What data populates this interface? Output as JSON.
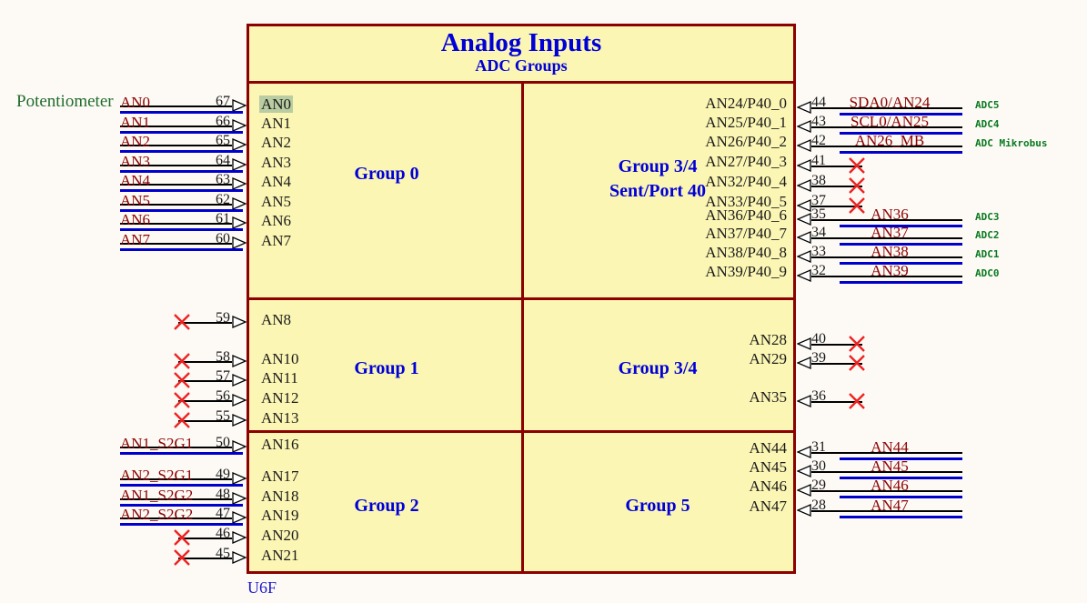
{
  "title": {
    "main": "Analog Inputs",
    "sub": "ADC Groups"
  },
  "refdes": "U6F",
  "colors": {
    "chip_fill": "#fcf6b4",
    "chip_border": "#8b0000",
    "title_blue": "#0000d8",
    "net_red": "#8b0000",
    "wire_blue": "#0000cd",
    "adc_green": "#0a7a21",
    "highlight_green": "#b9cca2",
    "page_bg": "#fdfaf5",
    "x_red": "#ee2222"
  },
  "groups": [
    {
      "caption": "Group 0"
    },
    {
      "caption": "Group 3/4\nSent/Port 40",
      "line1": "Group 3/4",
      "line2": "Sent/Port 40"
    },
    {
      "caption": "Group 1"
    },
    {
      "caption": "Group 3/4"
    },
    {
      "caption": "Group 2"
    },
    {
      "caption": "Group 5"
    }
  ],
  "left_section_label": "Potentiometer",
  "left_pins": [
    {
      "pin": "AN0",
      "num": "67",
      "net": "AN0",
      "connected": true,
      "highlight": true
    },
    {
      "pin": "AN1",
      "num": "66",
      "net": "AN1",
      "connected": true,
      "highlight": false
    },
    {
      "pin": "AN2",
      "num": "65",
      "net": "AN2",
      "connected": true,
      "highlight": false
    },
    {
      "pin": "AN3",
      "num": "64",
      "net": "AN3",
      "connected": true,
      "highlight": false
    },
    {
      "pin": "AN4",
      "num": "63",
      "net": "AN4",
      "connected": true,
      "highlight": false
    },
    {
      "pin": "AN5",
      "num": "62",
      "net": "AN5",
      "connected": true,
      "highlight": false
    },
    {
      "pin": "AN6",
      "num": "61",
      "net": "AN6",
      "connected": true,
      "highlight": false
    },
    {
      "pin": "AN7",
      "num": "60",
      "net": "AN7",
      "connected": true,
      "highlight": false
    },
    {
      "pin": "AN8",
      "num": "59",
      "net": "",
      "connected": false,
      "highlight": false
    },
    {
      "pin": "AN10",
      "num": "58",
      "net": "",
      "connected": false,
      "highlight": false
    },
    {
      "pin": "AN11",
      "num": "57",
      "net": "",
      "connected": false,
      "highlight": false
    },
    {
      "pin": "AN12",
      "num": "56",
      "net": "",
      "connected": false,
      "highlight": false
    },
    {
      "pin": "AN13",
      "num": "55",
      "net": "",
      "connected": false,
      "highlight": false
    },
    {
      "pin": "AN16",
      "num": "50",
      "net": "AN1_S2G1",
      "connected": true,
      "highlight": false
    },
    {
      "pin": "AN17",
      "num": "49",
      "net": "AN2_S2G1",
      "connected": true,
      "highlight": false
    },
    {
      "pin": "AN18",
      "num": "48",
      "net": "AN1_S2G2",
      "connected": true,
      "highlight": false
    },
    {
      "pin": "AN19",
      "num": "47",
      "net": "AN2_S2G2",
      "connected": true,
      "highlight": false
    },
    {
      "pin": "AN20",
      "num": "46",
      "net": "",
      "connected": false,
      "highlight": false
    },
    {
      "pin": "AN21",
      "num": "45",
      "net": "",
      "connected": false,
      "highlight": false
    }
  ],
  "right_pins": [
    {
      "pin": "AN24/P40_0",
      "num": "44",
      "net": "SDA0/AN24",
      "adc": "ADC5",
      "connected": true
    },
    {
      "pin": "AN25/P40_1",
      "num": "43",
      "net": "SCL0/AN25",
      "adc": "ADC4",
      "connected": true
    },
    {
      "pin": "AN26/P40_2",
      "num": "42",
      "net": "AN26_MB",
      "adc": "ADC Mikrobus",
      "connected": true
    },
    {
      "pin": "AN27/P40_3",
      "num": "41",
      "net": "",
      "adc": "",
      "connected": false
    },
    {
      "pin": "AN32/P40_4",
      "num": "38",
      "net": "",
      "adc": "",
      "connected": false
    },
    {
      "pin": "AN33/P40_5",
      "num": "37",
      "net": "",
      "adc": "",
      "connected": false
    },
    {
      "pin": "AN36/P40_6",
      "num": "35",
      "net": "AN36",
      "adc": "ADC3",
      "connected": true
    },
    {
      "pin": "AN37/P40_7",
      "num": "34",
      "net": "AN37",
      "adc": "ADC2",
      "connected": true
    },
    {
      "pin": "AN38/P40_8",
      "num": "33",
      "net": "AN38",
      "adc": "ADC1",
      "connected": true
    },
    {
      "pin": "AN39/P40_9",
      "num": "32",
      "net": "AN39",
      "adc": "ADC0",
      "connected": true
    },
    {
      "pin": "AN28",
      "num": "40",
      "net": "",
      "adc": "",
      "connected": false
    },
    {
      "pin": "AN29",
      "num": "39",
      "net": "",
      "adc": "",
      "connected": false
    },
    {
      "pin": "AN35",
      "num": "36",
      "net": "",
      "adc": "",
      "connected": false
    },
    {
      "pin": "AN44",
      "num": "31",
      "net": "AN44",
      "adc": "",
      "connected": true
    },
    {
      "pin": "AN45",
      "num": "30",
      "net": "AN45",
      "adc": "",
      "connected": true
    },
    {
      "pin": "AN46",
      "num": "29",
      "net": "AN46",
      "adc": "",
      "connected": true
    },
    {
      "pin": "AN47",
      "num": "28",
      "net": "AN47",
      "adc": "",
      "connected": true
    }
  ]
}
